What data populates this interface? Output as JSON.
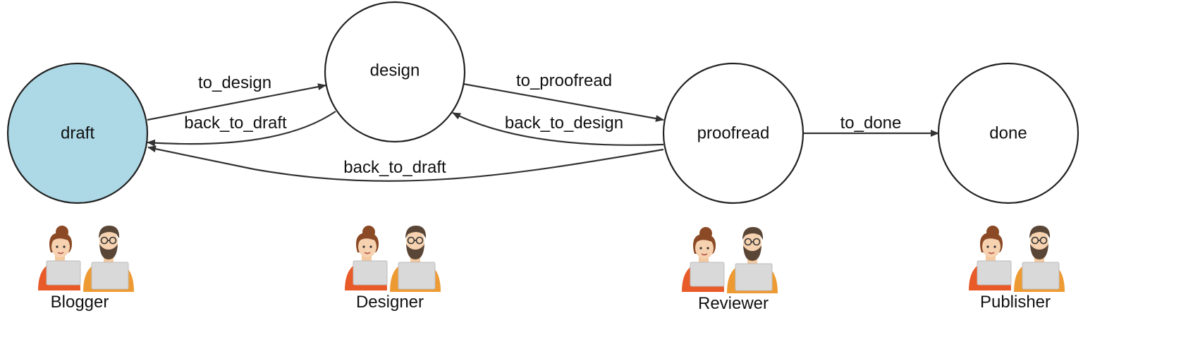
{
  "states": [
    {
      "id": "draft",
      "label": "draft",
      "fill": "#ADD8E6"
    },
    {
      "id": "design",
      "label": "design",
      "fill": "#FFFFFF"
    },
    {
      "id": "proofread",
      "label": "proofread",
      "fill": "#FFFFFF"
    },
    {
      "id": "done",
      "label": "done",
      "fill": "#FFFFFF"
    }
  ],
  "transitions": [
    {
      "id": "draft-design",
      "label": "to_design"
    },
    {
      "id": "design-draft",
      "label": "back_to_draft"
    },
    {
      "id": "design-proofread",
      "label": "to_proofread"
    },
    {
      "id": "proofread-design",
      "label": "back_to_design"
    },
    {
      "id": "proofread-draft",
      "label": "back_to_draft"
    },
    {
      "id": "proofread-done",
      "label": "to_done"
    }
  ],
  "roles": [
    {
      "id": "blogger",
      "label": "Blogger",
      "icon": "people-icon"
    },
    {
      "id": "designer",
      "label": "Designer",
      "icon": "people-icon"
    },
    {
      "id": "reviewer",
      "label": "Reviewer",
      "icon": "people-icon"
    },
    {
      "id": "publisher",
      "label": "Publisher",
      "icon": "people-icon"
    }
  ],
  "colors": {
    "highlight_state": "#ADD8E6",
    "woman_shirt": "#E85A28",
    "man_shirt": "#EE9A33",
    "laptop": "#D9D9D9"
  }
}
